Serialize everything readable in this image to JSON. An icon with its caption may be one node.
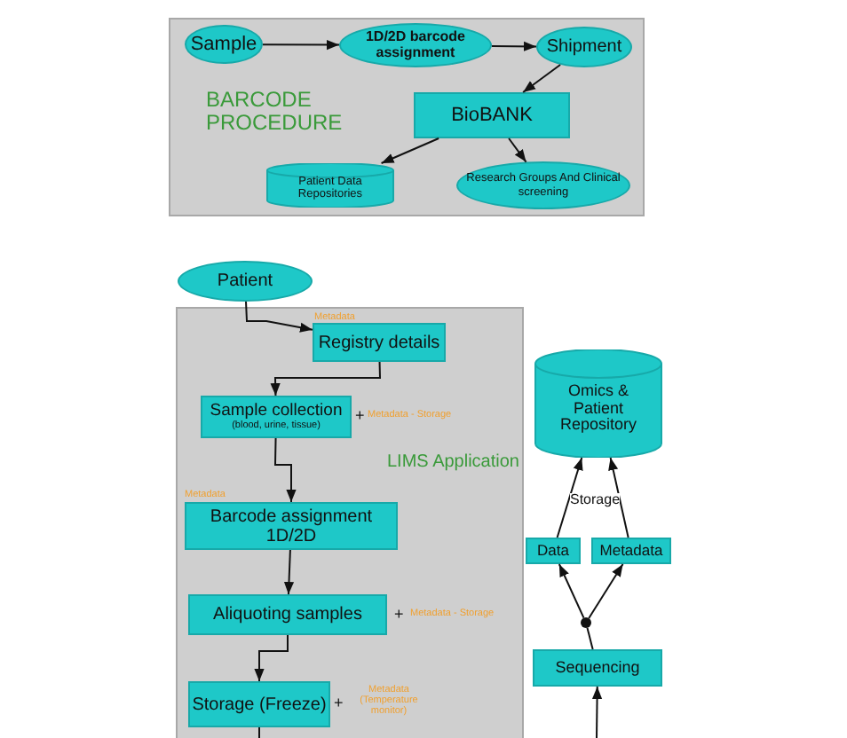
{
  "diagram": {
    "nodes": [
      {
        "text": [
          "BARCODE PROCEDURE"
        ]
      },
      {
        "text": [
          "Sample"
        ],
        "in": 0
      },
      {
        "text": [
          "1D/2D barcode assignment"
        ],
        "in": 0
      },
      {
        "text": [
          "Shipment"
        ],
        "in": 0
      },
      {
        "text": [
          "BioBANK"
        ],
        "in": 0
      },
      {
        "text": [
          "Patient Data Repositories"
        ],
        "in": 0
      },
      {
        "text": [
          "Research Groups And Clinical screening"
        ],
        "in": 0
      },
      {
        "text": [
          "Patient"
        ]
      },
      {
        "text": [
          "LIMS Application"
        ]
      },
      {
        "text": [
          "Registry details"
        ],
        "in": 8,
        "beside": [
          "Metadata"
        ]
      },
      {
        "text": [
          "Sample collection",
          "(blood, urine, tissue)"
        ],
        "in": 8,
        "beside": [
          "+",
          "Metadata - Storage"
        ]
      },
      {
        "text": [
          "Barcode assignment 1D/2D"
        ],
        "in": 8,
        "beside": [
          "Metadata"
        ]
      },
      {
        "text": [
          "Aliquoting samples"
        ],
        "in": 8,
        "beside": [
          "+",
          "Metadata - Storage"
        ]
      },
      {
        "text": [
          "Storage (Freeze)"
        ],
        "in": 8,
        "beside": [
          "+",
          "Metadata (Temperature monitor)"
        ]
      },
      {
        "text": [
          "Omics & Patient Repository"
        ]
      },
      {
        "text": [
          "Data"
        ]
      },
      {
        "text": [
          "Metadata"
        ]
      },
      {
        "text": [],
        "shape": "circle"
      },
      {
        "text": [
          "Sequencing"
        ]
      }
    ],
    "edges": [
      {
        "from": 1,
        "to": 2,
        "arrow": "to"
      },
      {
        "from": 2,
        "to": 3,
        "arrow": "to"
      },
      {
        "from": 3,
        "to": 4,
        "arrow": "to"
      },
      {
        "from": 4,
        "to": 5,
        "arrow": "to"
      },
      {
        "from": 4,
        "to": 6,
        "arrow": "to"
      },
      {
        "from": 7,
        "to": 9,
        "arrow": "to"
      },
      {
        "from": 9,
        "to": 10,
        "arrow": "to"
      },
      {
        "from": 10,
        "to": 11,
        "arrow": "to"
      },
      {
        "from": 11,
        "to": 12,
        "arrow": "to"
      },
      {
        "from": 12,
        "to": 13,
        "arrow": "to"
      },
      {
        "from": 13,
        "to": null,
        "arrow": "none"
      },
      {
        "from": null,
        "to": 18,
        "arrow": "to"
      },
      {
        "from": 18,
        "to": 17,
        "arrow": "none"
      },
      {
        "from": 17,
        "to": 15,
        "arrow": "to"
      },
      {
        "from": 17,
        "to": 16,
        "arrow": "to"
      },
      {
        "from": 15,
        "to": 14,
        "arrow": "to"
      },
      {
        "from": 16,
        "to": 14,
        "arrow": "to"
      }
    ],
    "labels": [
      "Storage"
    ]
  }
}
